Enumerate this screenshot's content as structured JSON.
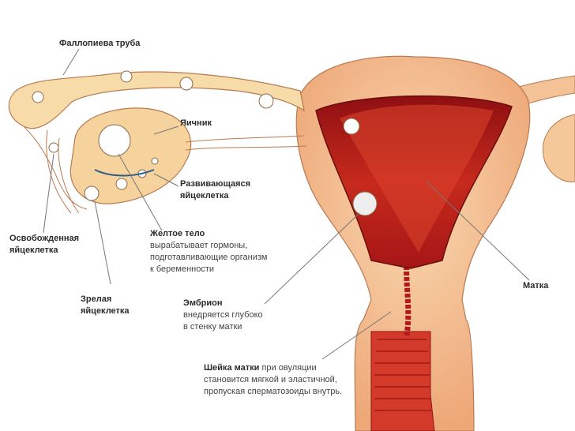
{
  "labels": {
    "fallopian_tube": "Фаллопиева труба",
    "ovary": "Яичник",
    "developing_egg": [
      "Развивающаяся",
      "яйцеклетка"
    ],
    "released_egg": [
      "Освобожденная",
      "яйцеклетка"
    ],
    "corpus_luteum": {
      "title": "Желтое тело",
      "lines": [
        "вырабатывает гормоны,",
        "подготавливающие организм",
        "к беременности"
      ]
    },
    "mature_egg": [
      "Зрелая",
      "яйцеклетка"
    ],
    "embryo": {
      "title": "Эмбрион",
      "lines": [
        "внедряется глубоко",
        "в стенку матки"
      ]
    },
    "uterus": "Матка",
    "cervix": {
      "title": "Шейка матки",
      "inline": " при овуляции",
      "lines": [
        "становится мягкой и эластичной,",
        "пропуская сперматозоиды внутрь."
      ]
    }
  },
  "colors": {
    "tissue": "#f5c89a",
    "tube": "#f7dcaa",
    "cavity": "#b3191b",
    "outline": "#b87a52"
  }
}
